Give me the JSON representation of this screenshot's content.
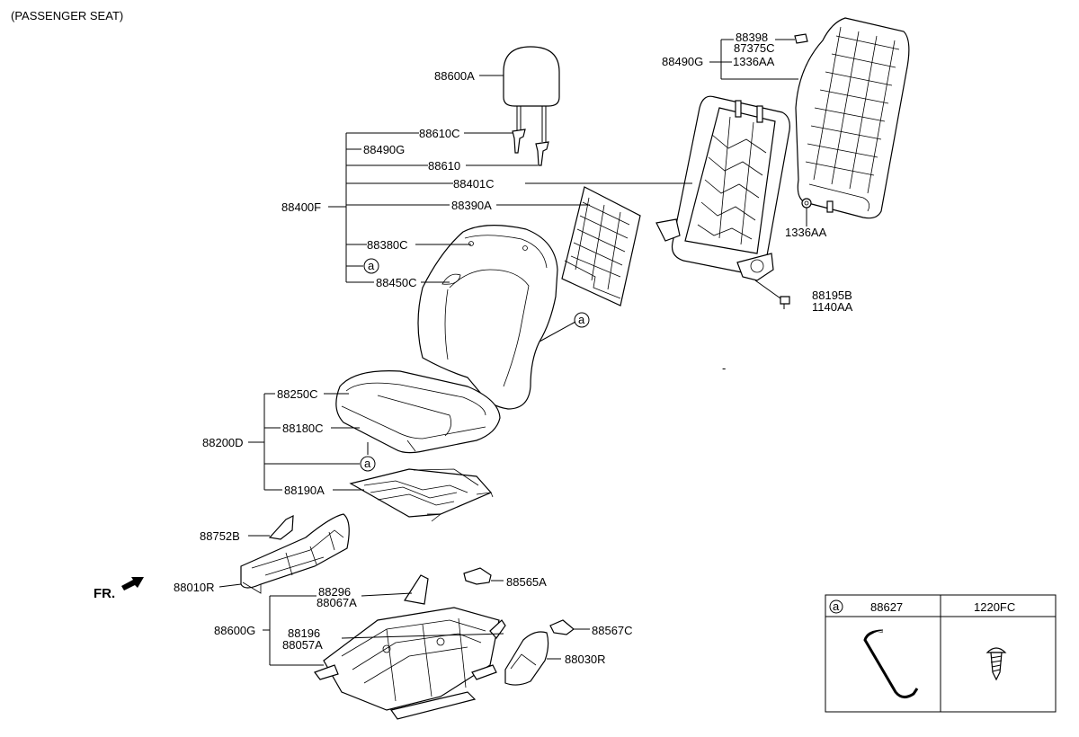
{
  "header": {
    "title": "(PASSENGER SEAT)"
  },
  "labels": {
    "p88600A": "88600A",
    "p88610C": "88610C",
    "p88490G_a": "88490G",
    "p88610": "88610",
    "p88401C": "88401C",
    "p88400F": "88400F",
    "p88390A": "88390A",
    "p88380C": "88380C",
    "p88450C": "88450C",
    "p88398": "88398",
    "p87375C": "87375C",
    "p88490G_b": "88490G",
    "p1336AA_a": "1336AA",
    "p1336AA_b": "1336AA",
    "p88195B": "88195B",
    "p1140AA": "1140AA",
    "p88250C": "88250C",
    "p88180C": "88180C",
    "p88200D": "88200D",
    "p88190A": "88190A",
    "p88752B": "88752B",
    "p88010R": "88010R",
    "fr": "FR.",
    "p88296": "88296",
    "p88067A": "88067A",
    "p88565A": "88565A",
    "p88600G": "88600G",
    "p88196": "88196",
    "p88057A": "88057A",
    "p88567C": "88567C",
    "p88030R": "88030R",
    "callout": "a",
    "dash": "-"
  },
  "legend_box": {
    "marker": "a",
    "col1": "88627",
    "col2": "1220FC"
  }
}
